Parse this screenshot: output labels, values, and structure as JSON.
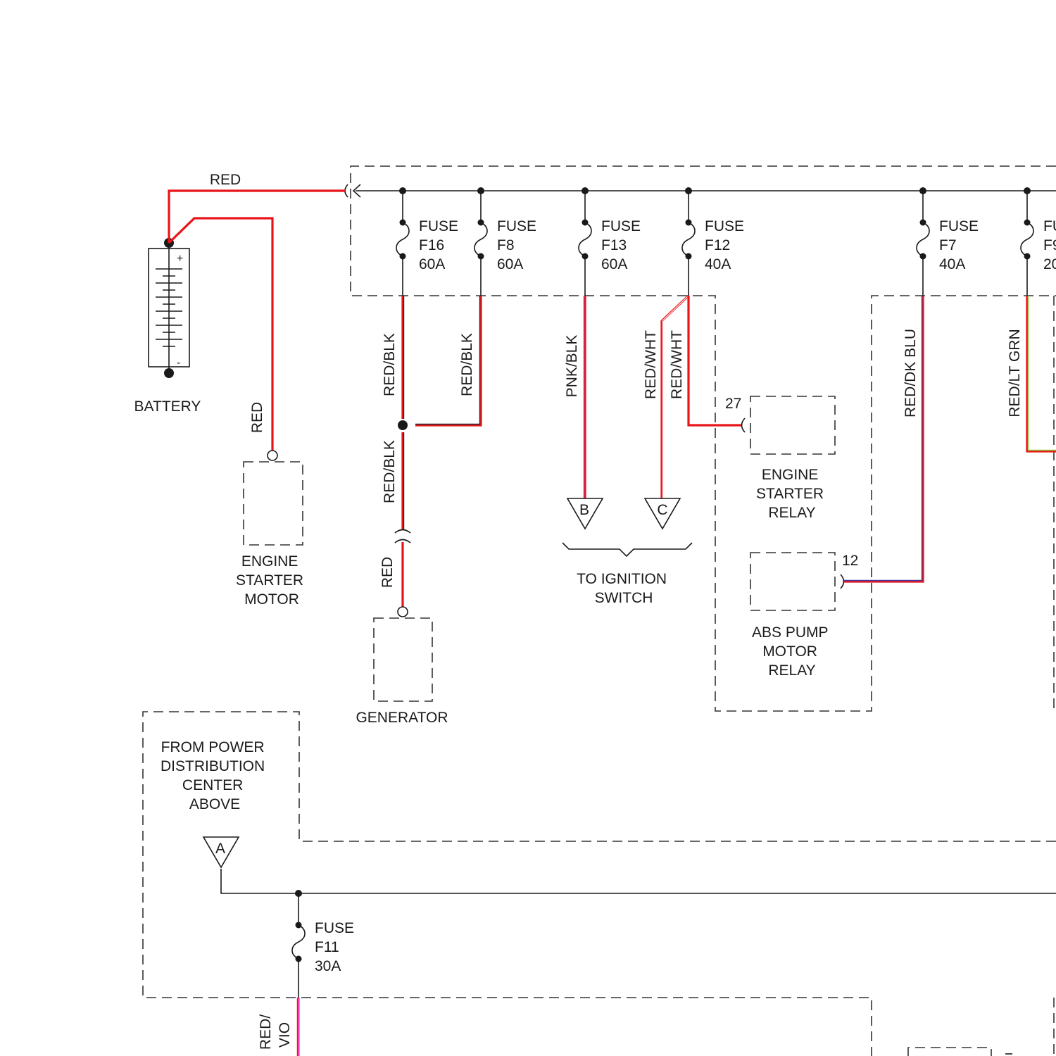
{
  "colors": {
    "wire_red": "#e8141a",
    "stripe_black": "#2a2a2a",
    "stripe_pink": "#b83a8a",
    "stripe_white": "#ffd6d6",
    "stripe_dk_blue": "#3a3aa8",
    "stripe_lt_green": "#8fcf3a",
    "stripe_violet": "#ff3fb4",
    "line": "#1a1a1a",
    "dashed_outline": "#333333"
  },
  "wire_labels": {
    "battery_feed": "RED",
    "starter_feed": "RED",
    "f16_out": "RED/BLK",
    "f8_out": "RED/BLK",
    "generator_upper": "RED/BLK",
    "generator_lower": "RED",
    "f13_out": "PNK/BLK",
    "f12_to_c": "RED/WHT",
    "f12_to_relay": "RED/WHT",
    "f7_out": "RED/DK BLU",
    "f9_out": "RED/LT GRN",
    "f11_out_line1": "RED/",
    "f11_out_line2": "VIO"
  },
  "fuses": [
    {
      "word": "FUSE",
      "id": "F16",
      "rating": "60A"
    },
    {
      "word": "FUSE",
      "id": "F8",
      "rating": "60A"
    },
    {
      "word": "FUSE",
      "id": "F13",
      "rating": "60A"
    },
    {
      "word": "FUSE",
      "id": "F12",
      "rating": "40A"
    },
    {
      "word": "FUSE",
      "id": "F7",
      "rating": "40A"
    },
    {
      "word": "FU",
      "id": "F9",
      "rating": "20"
    },
    {
      "word": "FUSE",
      "id": "F11",
      "rating": "30A"
    }
  ],
  "components": {
    "battery": "BATTERY",
    "battery_plus": "+",
    "battery_minus": "-",
    "starter_motor": [
      "ENGINE",
      "STARTER",
      "MOTOR"
    ],
    "generator": "GENERATOR",
    "starter_relay": [
      "ENGINE",
      "STARTER",
      "RELAY"
    ],
    "abs_relay": [
      "ABS PUMP",
      "MOTOR",
      "RELAY"
    ],
    "ignition_switch": [
      "TO IGNITION",
      "SWITCH"
    ],
    "from_pdc": [
      "FROM POWER",
      "DISTRIBUTION",
      "CENTER",
      "ABOVE"
    ]
  },
  "pins": {
    "starter_relay": "27",
    "abs_relay": "12"
  },
  "connectors": {
    "b": "B",
    "c": "C",
    "a": "A"
  }
}
